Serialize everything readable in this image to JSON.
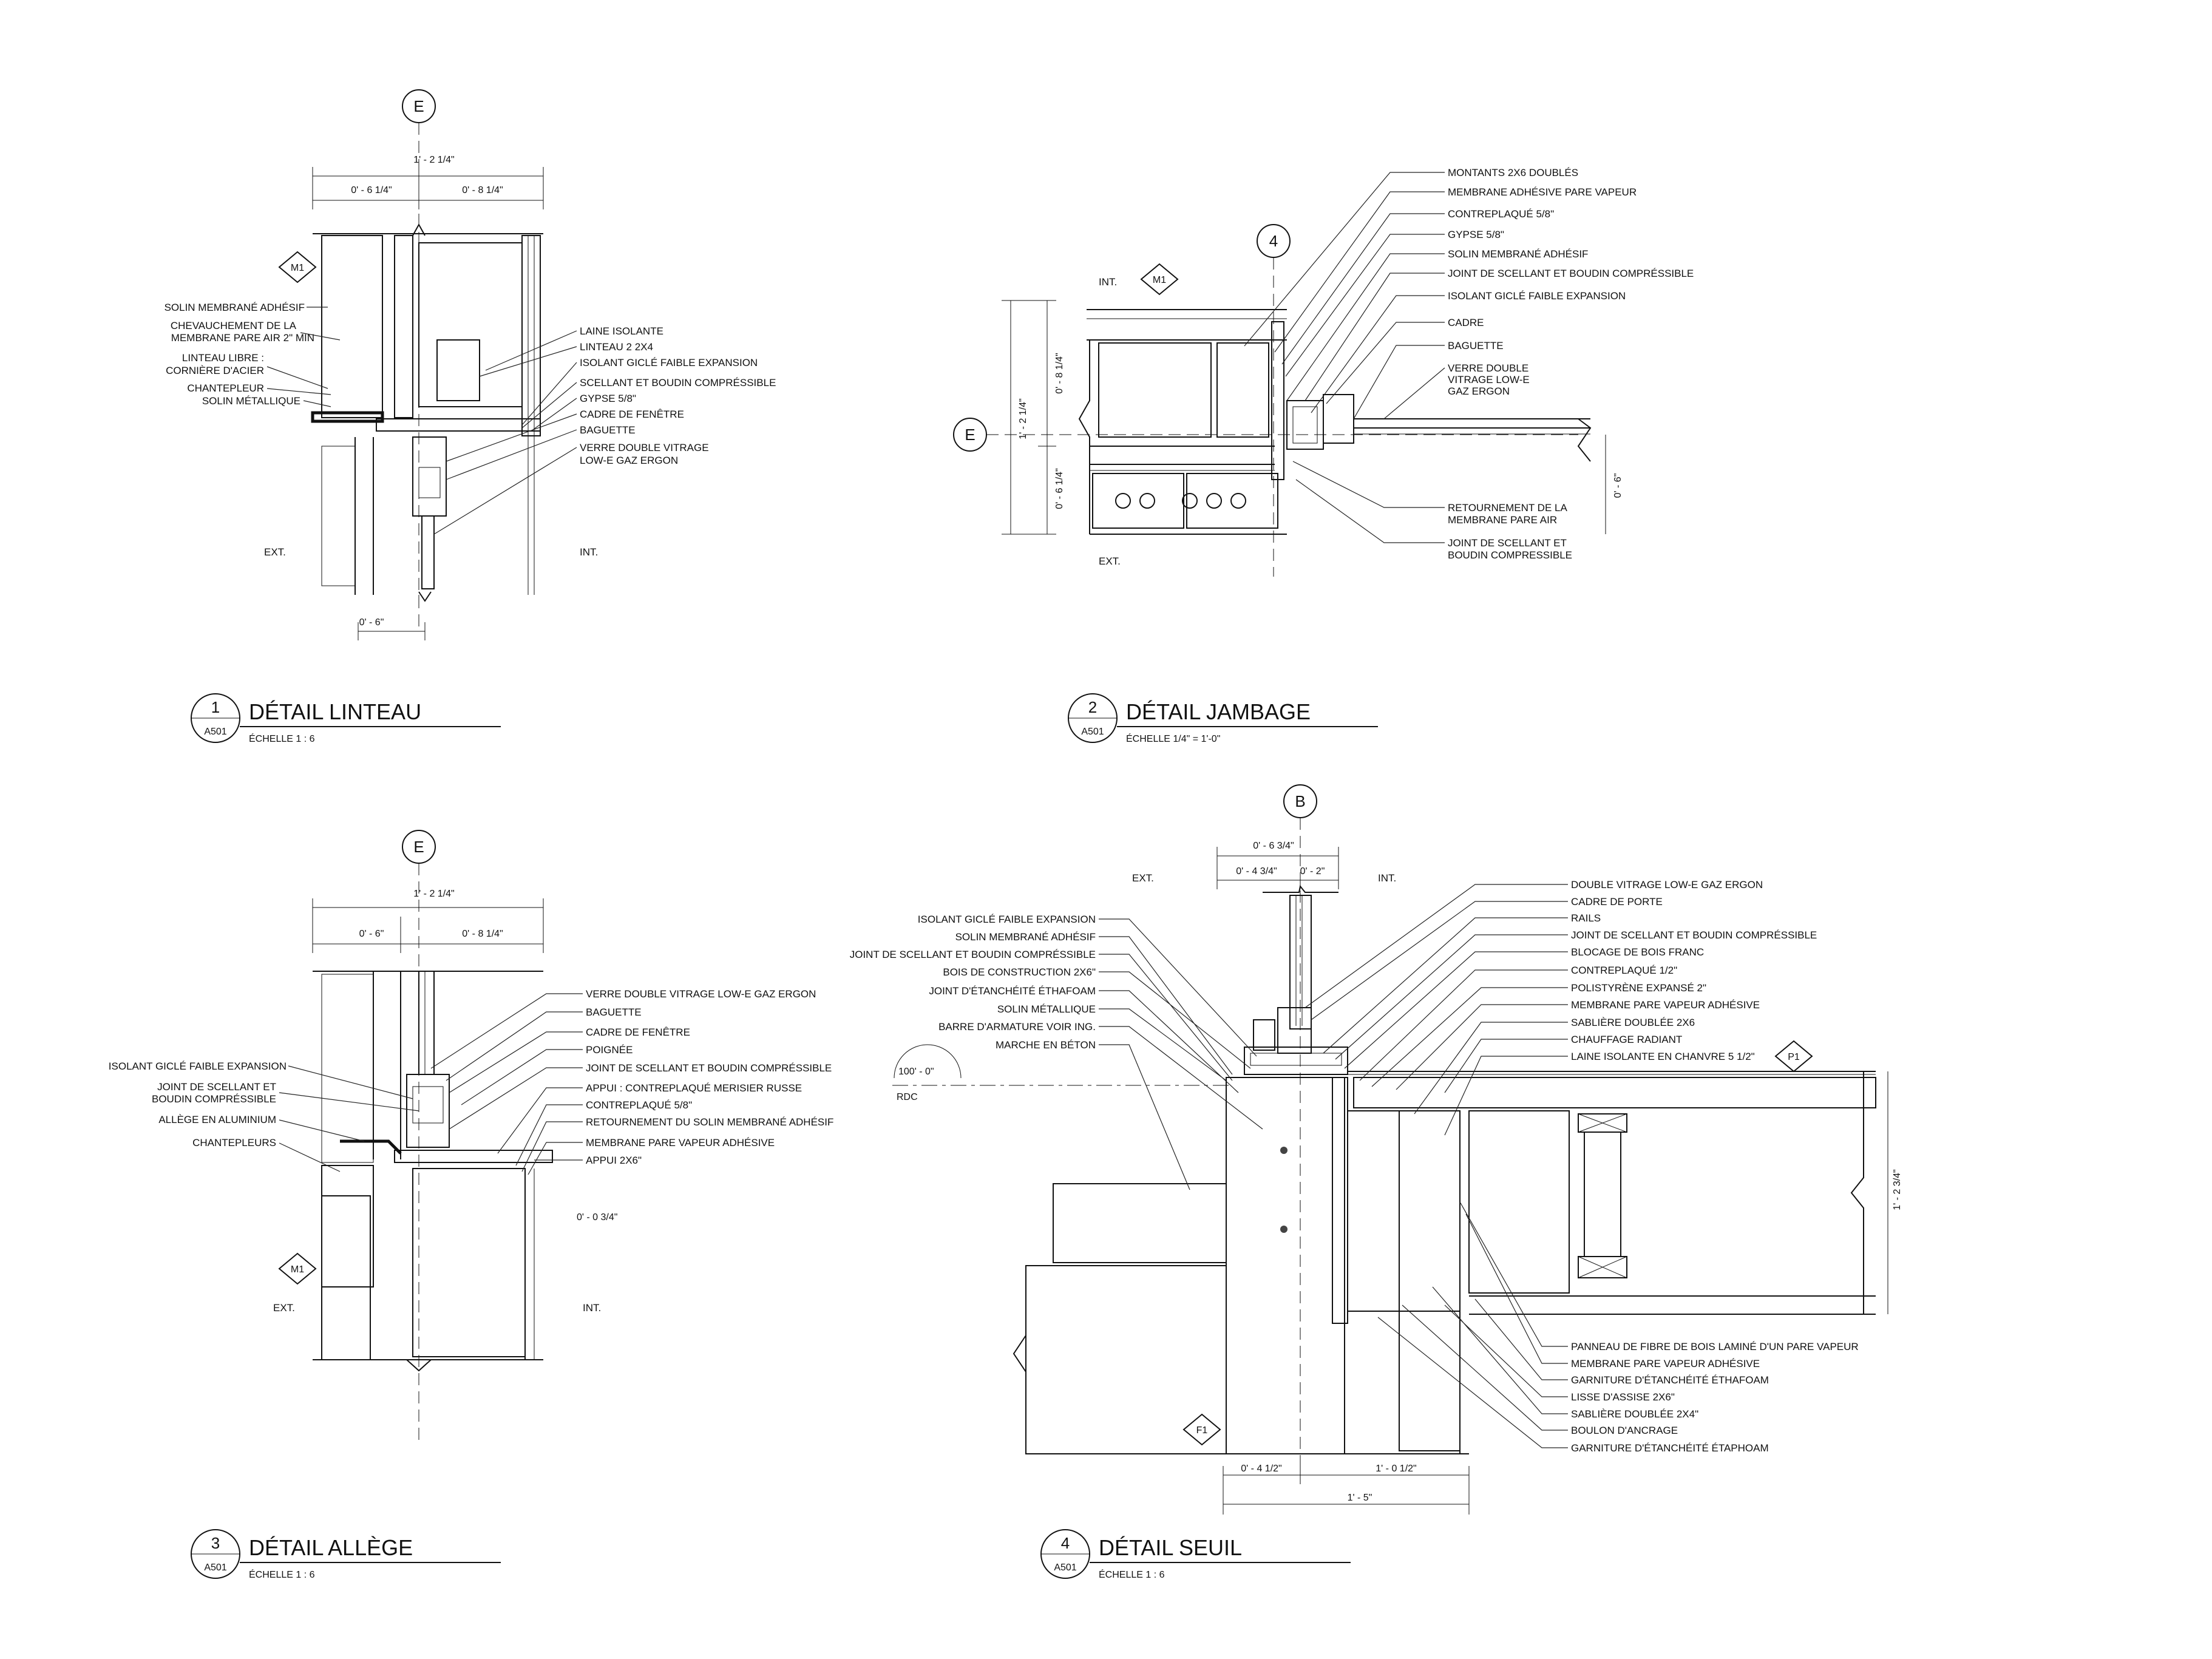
{
  "details": [
    {
      "id": "d1",
      "number": "1",
      "title": "DÉTAIL LINTEAU",
      "sheet": "A501",
      "scale": "ÉCHELLE 1 : 6",
      "grid_bubble": "E",
      "tag": "M1",
      "dims": [
        "1' - 2 1/4\"",
        "0' - 6 1/4\"",
        "0' - 8 1/4\"",
        "0' - 6\""
      ],
      "sides": [
        "EXT.",
        "INT."
      ],
      "labels_left": [
        "SOLIN MEMBRANÉ ADHÉSIF",
        "CHEVAUCHEMENT DE LA",
        "MEMBRANE PARE AIR 2\" MIN",
        "LINTEAU LIBRE :",
        "CORNIÈRE D'ACIER",
        "CHANTEPLEUR",
        "SOLIN MÉTALLIQUE"
      ],
      "labels_right": [
        "LAINE ISOLANTE",
        "LINTEAU 2 2X4",
        "ISOLANT GICLÉ FAIBLE EXPANSION",
        "SCELLANT ET BOUDIN COMPRÉSSIBLE",
        "GYPSE 5/8\"",
        "CADRE DE FENÊTRE",
        "BAGUETTE",
        "VERRE DOUBLE VITRAGE",
        "LOW-E GAZ ERGON"
      ]
    },
    {
      "id": "d2",
      "number": "2",
      "title": "DÉTAIL JAMBAGE",
      "sheet": "A501",
      "scale": "ÉCHELLE  1/4\" = 1'-0\"",
      "grid_bubble": "E",
      "grid_bubble_top": "4",
      "tag": "M1",
      "dims": [
        "1' - 2 1/4\"",
        "0' - 8 1/4\"",
        "0' - 6 1/4\"",
        "0' - 6\""
      ],
      "sides": [
        "INT.",
        "EXT."
      ],
      "labels_right": [
        "MONTANTS 2X6 DOUBLÉS",
        "MEMBRANE ADHÉSIVE PARE VAPEUR",
        "CONTREPLAQUÉ 5/8\"",
        "GYPSE 5/8\"",
        "SOLIN MEMBRANÉ ADHÉSIF",
        "JOINT DE SCELLANT ET BOUDIN COMPRÉSSIBLE",
        " ISOLANT GICLÉ FAIBLE EXPANSION",
        "CADRE",
        "BAGUETTE",
        "VERRE DOUBLE",
        "VITRAGE LOW-E",
        "GAZ ERGON",
        "RETOURNEMENT DE LA",
        "MEMBRANE PARE AIR",
        "JOINT DE SCELLANT ET",
        "BOUDIN COMPRESSIBLE"
      ]
    },
    {
      "id": "d3",
      "number": "3",
      "title": "DÉTAIL ALLÈGE",
      "sheet": "A501",
      "scale": "ÉCHELLE 1 : 6",
      "grid_bubble": "E",
      "tag": "M1",
      "dims": [
        "1' - 2 1/4\"",
        "0' - 6\"",
        "0' - 8 1/4\"",
        "0' - 0 3/4\""
      ],
      "sides": [
        "EXT.",
        "INT."
      ],
      "labels_left": [
        "ISOLANT GICLÉ FAIBLE EXPANSION",
        "JOINT DE SCELLANT ET",
        "BOUDIN COMPRÉSSIBLE",
        "ALLÈGE EN ALUMINIUM",
        "CHANTEPLEURS"
      ],
      "labels_right": [
        "VERRE DOUBLE VITRAGE LOW-E GAZ ERGON",
        "BAGUETTE",
        "CADRE DE FENÊTRE",
        "POIGNÉE",
        "JOINT DE SCELLANT ET BOUDIN COMPRÉSSIBLE",
        "APPUI : CONTREPLAQUÉ MERISIER RUSSE",
        "CONTREPLAQUÉ 5/8\"",
        "RETOURNEMENT DU SOLIN MEMBRANÉ ADHÉSIF",
        "MEMBRANE PARE VAPEUR ADHÉSIVE",
        "APPUI 2X6\""
      ]
    },
    {
      "id": "d4",
      "number": "4",
      "title": "DÉTAIL SEUIL",
      "sheet": "A501",
      "scale": "ÉCHELLE 1 : 6",
      "grid_bubble": "B",
      "tag": "P1",
      "tag2": "F1",
      "dims": [
        "0' - 6 3/4\"",
        "0' - 4 3/4\"",
        "0' - 2\"",
        "1' - 2 3/4\"",
        "0' - 4 1/2\"",
        "1' - 0 1/2\"",
        "1' - 5\""
      ],
      "sides": [
        "EXT.",
        "INT."
      ],
      "level": [
        "100' - 0\"",
        "RDC"
      ],
      "labels_left": [
        "ISOLANT GICLÉ FAIBLE EXPANSION",
        "SOLIN MEMBRANÉ ADHÉSIF",
        "JOINT DE SCELLANT ET BOUDIN COMPRÉSSIBLE",
        "BOIS DE CONSTRUCTION 2X6\"",
        "JOINT D'ÉTANCHÉITÉ ÉTHAFOAM",
        "SOLIN MÉTALLIQUE",
        "BARRE D'ARMATURE VOIR ING.",
        "MARCHE EN BÉTON"
      ],
      "labels_right": [
        "DOUBLE VITRAGE LOW-E GAZ ERGON",
        "CADRE DE PORTE",
        "RAILS",
        "JOINT DE SCELLANT ET BOUDIN COMPRÉSSIBLE",
        "BLOCAGE DE BOIS FRANC",
        "CONTREPLAQUÉ 1/2\"",
        " POLISTYRÈNE EXPANSÉ 2\"",
        "MEMBRANE PARE VAPEUR ADHÉSIVE",
        "SABLIÈRE DOUBLÉE 2X6",
        "CHAUFFAGE RADIANT",
        "LAINE ISOLANTE EN CHANVRE 5 1/2\""
      ],
      "labels_bottom": [
        "PANNEAU DE FIBRE DE BOIS LAMINÉ D'UN PARE VAPEUR",
        "MEMBRANE PARE VAPEUR ADHÉSIVE",
        "GARNITURE D'ÉTANCHÉITÉ ÉTHAFOAM",
        "LISSE D'ASSISE 2X6\"",
        "SABLIÈRE DOUBLÉE 2X4\"",
        "BOULON D'ANCRAGE",
        "GARNITURE D'ÉTANCHÉITÉ ÉTAPHOAM"
      ]
    }
  ]
}
